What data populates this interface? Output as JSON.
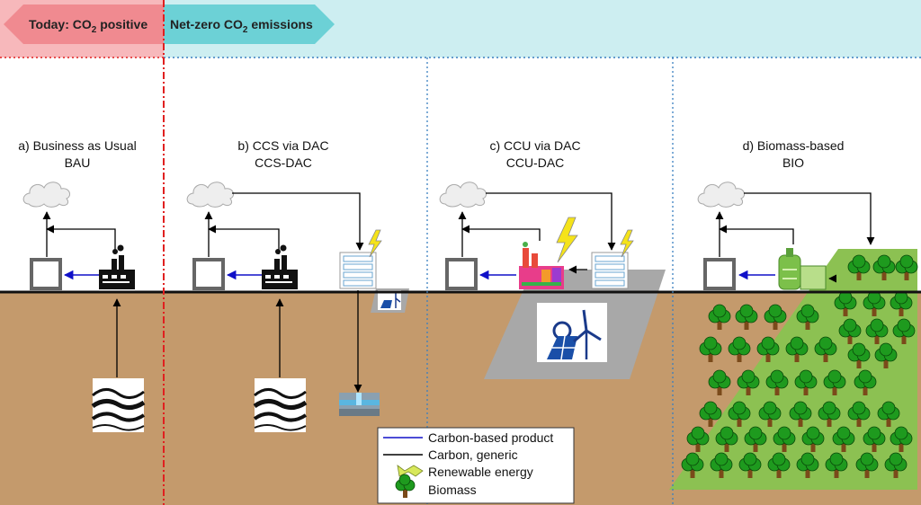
{
  "banner": {
    "today": {
      "prefix": "Today: CO",
      "sub": "2",
      "suffix": " positive"
    },
    "netzero": {
      "prefix": "Net-zero CO",
      "sub": "2",
      "suffix": " emissions"
    }
  },
  "scenarios": [
    {
      "line1": "a) Business as Usual",
      "line2": "BAU"
    },
    {
      "line1": "b) CCS via DAC",
      "line2": "CCS-DAC"
    },
    {
      "line1": "c) CCU via DAC",
      "line2": "CCU-DAC"
    },
    {
      "line1": "d) Biomass-based",
      "line2": "BIO"
    }
  ],
  "legend": {
    "items": [
      {
        "label": "Carbon-based product",
        "icon": "blue-line-icon"
      },
      {
        "label": "Carbon, generic",
        "icon": "black-line-icon"
      },
      {
        "label": "Renewable energy",
        "icon": "lightning-icon"
      },
      {
        "label": "Biomass",
        "icon": "tree-icon"
      }
    ]
  },
  "colors": {
    "today_band": "#f7b8bb",
    "netzero_band": "#cdeef1",
    "soil": "#c49a6c",
    "biomass_field": "#8cc152",
    "tree_crown": "#1e9a1e",
    "carbon_product": "#1010c8",
    "carbon_generic": "#000000",
    "divider_red": "#e02020",
    "divider_blue": "#3a7fc0"
  }
}
